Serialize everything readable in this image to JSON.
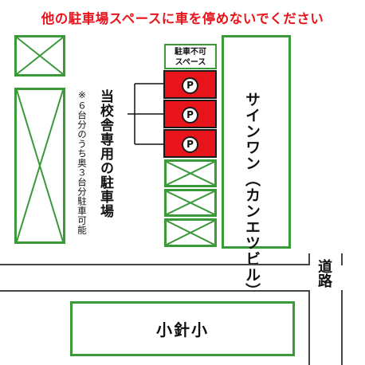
{
  "notice": "他の駐車場スペースに車を停めないでください",
  "no_parking_label_line1": "駐車不可",
  "no_parking_label_line2": "スペース",
  "parking_symbol": "P",
  "parking_slots": [
    "P",
    "P",
    "P"
  ],
  "parking_area_label": "当校舎専用の駐車場",
  "parking_area_note": "※６台分のうち奥３台分駐車可能",
  "building_label": "サインワン（カンエツビル）",
  "road_label": "道路",
  "school_label": "小針小",
  "colors": {
    "notice_red": "#e8141b",
    "slot_red": "#e8141b",
    "frame_green": "#3a9a3a",
    "road_line": "#444444"
  }
}
